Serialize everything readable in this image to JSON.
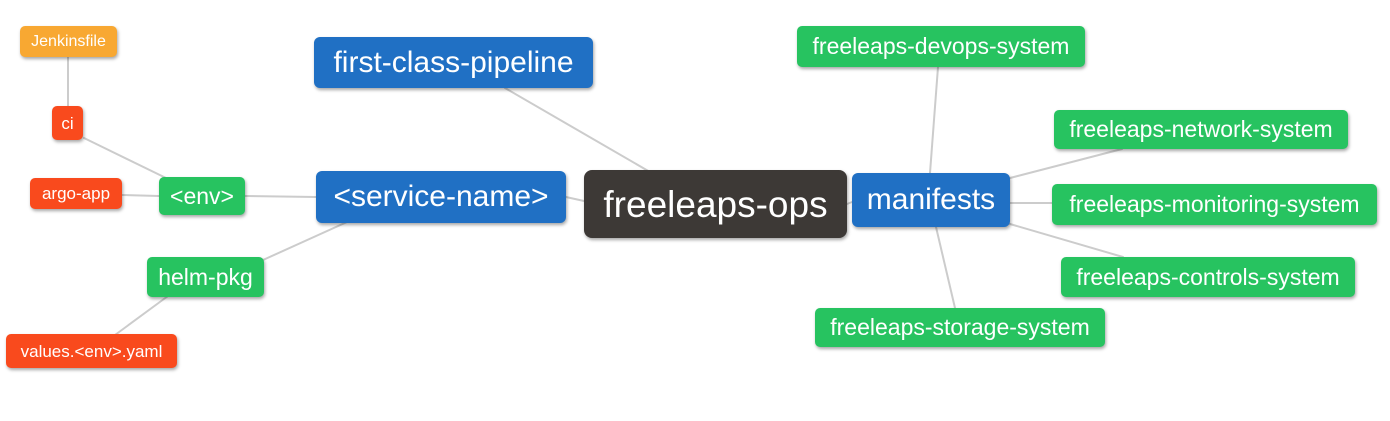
{
  "diagram": {
    "type": "mindmap",
    "background": "#ffffff",
    "palette": {
      "blue": "#2070c4",
      "green": "#27c360",
      "red": "#f94a1d",
      "amber": "#f8a832",
      "dark": "#3d3936",
      "edge_line": "#cccccc",
      "label_text": "#ffffff"
    },
    "nodes": {
      "root": {
        "label": "freeleaps-ops",
        "color": "dark"
      },
      "first_class_pipeline": {
        "label": "first-class-pipeline",
        "color": "blue"
      },
      "service_name": {
        "label": "<service-name>",
        "color": "blue"
      },
      "manifests": {
        "label": "manifests",
        "color": "blue"
      },
      "env": {
        "label": "<env>",
        "color": "green"
      },
      "helm_pkg": {
        "label": "helm-pkg",
        "color": "green"
      },
      "ci": {
        "label": "ci",
        "color": "red"
      },
      "argo_app": {
        "label": "argo-app",
        "color": "red"
      },
      "values_env_yaml": {
        "label": "values.<env>.yaml",
        "color": "red"
      },
      "jenkinsfile": {
        "label": "Jenkinsfile",
        "color": "amber"
      },
      "devops_system": {
        "label": "freeleaps-devops-system",
        "color": "green"
      },
      "network_system": {
        "label": "freeleaps-network-system",
        "color": "green"
      },
      "monitoring_system": {
        "label": "freeleaps-monitoring-system",
        "color": "green"
      },
      "controls_system": {
        "label": "freeleaps-controls-system",
        "color": "green"
      },
      "storage_system": {
        "label": "freeleaps-storage-system",
        "color": "green"
      }
    },
    "edges": [
      {
        "from": "jenkinsfile",
        "to": "ci"
      },
      {
        "from": "ci",
        "to": "env"
      },
      {
        "from": "argo_app",
        "to": "env"
      },
      {
        "from": "env",
        "to": "service_name"
      },
      {
        "from": "helm_pkg",
        "to": "service_name"
      },
      {
        "from": "values_env_yaml",
        "to": "helm_pkg"
      },
      {
        "from": "first_class_pipeline",
        "to": "root"
      },
      {
        "from": "service_name",
        "to": "root"
      },
      {
        "from": "root",
        "to": "manifests"
      },
      {
        "from": "manifests",
        "to": "devops_system"
      },
      {
        "from": "manifests",
        "to": "network_system"
      },
      {
        "from": "manifests",
        "to": "monitoring_system"
      },
      {
        "from": "manifests",
        "to": "controls_system"
      },
      {
        "from": "manifests",
        "to": "storage_system"
      }
    ]
  }
}
